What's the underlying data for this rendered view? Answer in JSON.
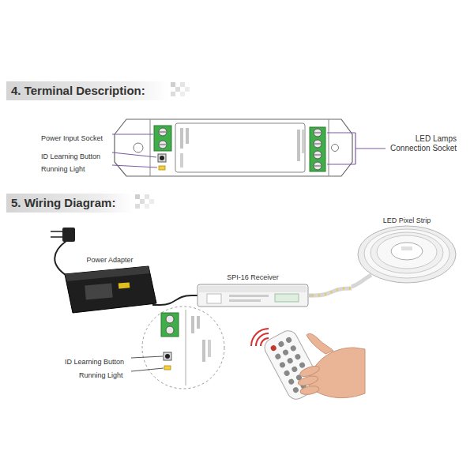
{
  "diagram": {
    "nodes": [
      {
        "text": [
          "Power Adapter"
        ]
      },
      {
        "text": [
          "SPI-16 Receiver"
        ]
      },
      {
        "text": [
          "LED Pixel Strip"
        ]
      }
    ],
    "edges": [
      {
        "from": 0,
        "to": 1,
        "arrow": "none"
      },
      {
        "from": 1,
        "to": 2,
        "arrow": "none"
      }
    ],
    "labels": [
      "4. Terminal Description:",
      "Power Input Socket",
      "ID Learning Button",
      "Running Light",
      "LED Lamps Connection Socket",
      "5. Wiring Diagram:",
      "ID Learning Button",
      "Running Light"
    ]
  }
}
